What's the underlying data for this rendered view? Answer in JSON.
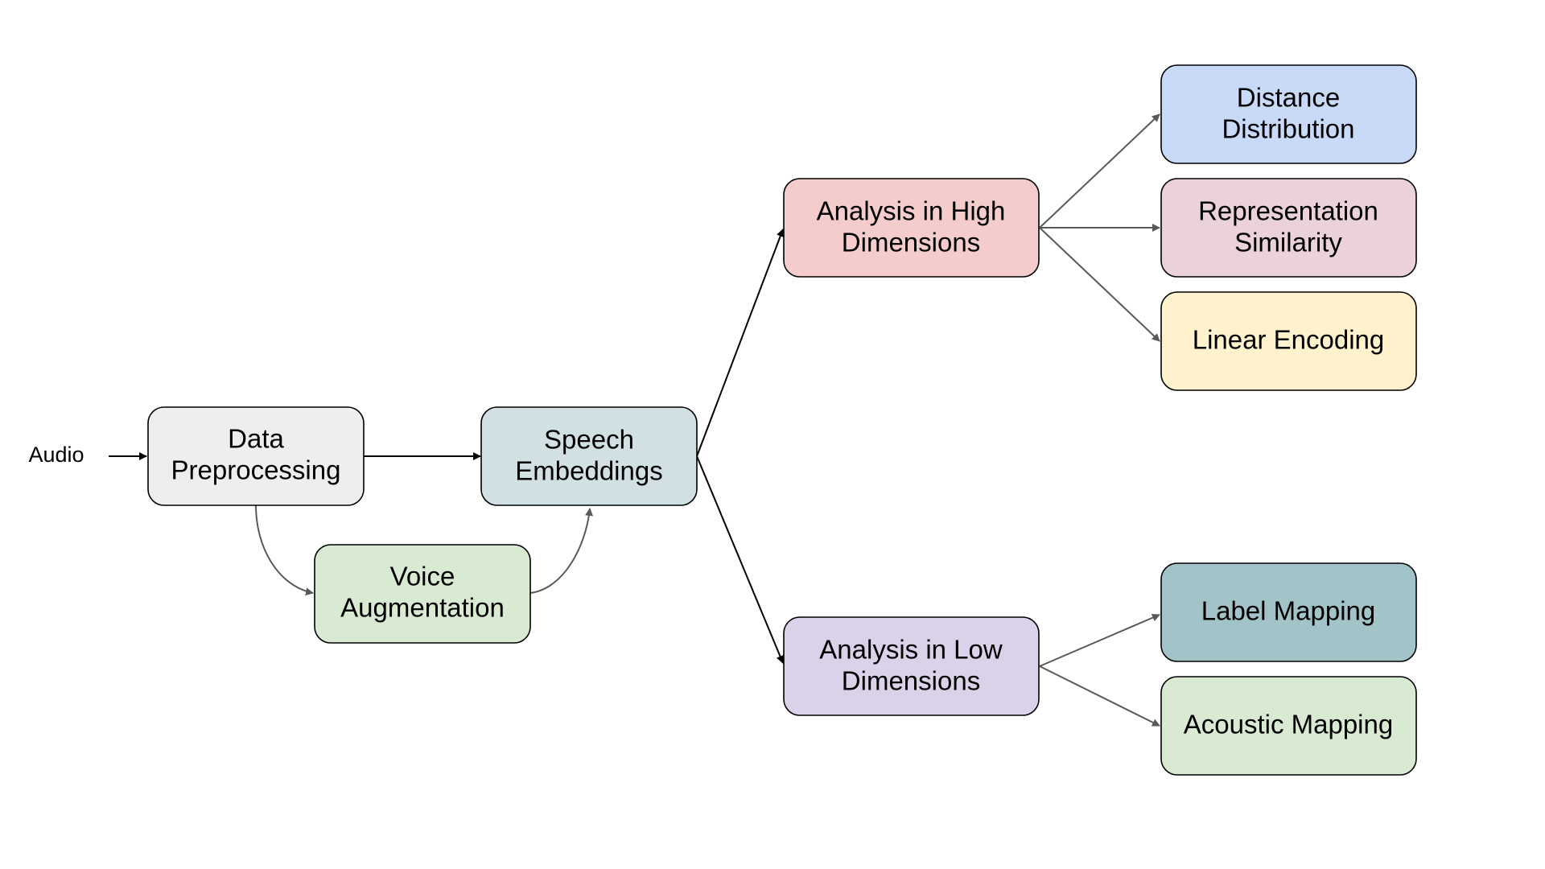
{
  "input_label": "Audio",
  "nodes": {
    "data_preprocessing": {
      "lines": [
        "Data",
        "Preprocessing"
      ],
      "fill": "#eeeeee"
    },
    "voice_augmentation": {
      "lines": [
        "Voice",
        "Augmentation"
      ],
      "fill": "#d9ead3"
    },
    "speech_embeddings": {
      "lines": [
        "Speech",
        "Embeddings"
      ],
      "fill": "#d0e0e3"
    },
    "analysis_high": {
      "lines": [
        "Analysis in High",
        "Dimensions"
      ],
      "fill": "#f4cccc"
    },
    "analysis_low": {
      "lines": [
        "Analysis in Low",
        "Dimensions"
      ],
      "fill": "#d9d2e9"
    },
    "distance_distribution": {
      "lines": [
        "Distance",
        "Distribution"
      ],
      "fill": "#c9daf8"
    },
    "representation_similarity": {
      "lines": [
        "Representation",
        "Similarity"
      ],
      "fill": "#ead1dc"
    },
    "linear_encoding": {
      "lines": [
        "Linear Encoding"
      ],
      "fill": "#fff2cc"
    },
    "label_mapping": {
      "lines": [
        "Label Mapping"
      ],
      "fill": "#a2c4c9"
    },
    "acoustic_mapping": {
      "lines": [
        "Acoustic Mapping"
      ],
      "fill": "#d9ead3"
    }
  },
  "edges": [
    {
      "from": "audio_input",
      "to": "data_preprocessing"
    },
    {
      "from": "data_preprocessing",
      "to": "speech_embeddings"
    },
    {
      "from": "data_preprocessing",
      "to": "voice_augmentation"
    },
    {
      "from": "voice_augmentation",
      "to": "speech_embeddings"
    },
    {
      "from": "speech_embeddings",
      "to": "analysis_high"
    },
    {
      "from": "speech_embeddings",
      "to": "analysis_low"
    },
    {
      "from": "analysis_high",
      "to": "distance_distribution"
    },
    {
      "from": "analysis_high",
      "to": "representation_similarity"
    },
    {
      "from": "analysis_high",
      "to": "linear_encoding"
    },
    {
      "from": "analysis_low",
      "to": "label_mapping"
    },
    {
      "from": "analysis_low",
      "to": "acoustic_mapping"
    }
  ]
}
